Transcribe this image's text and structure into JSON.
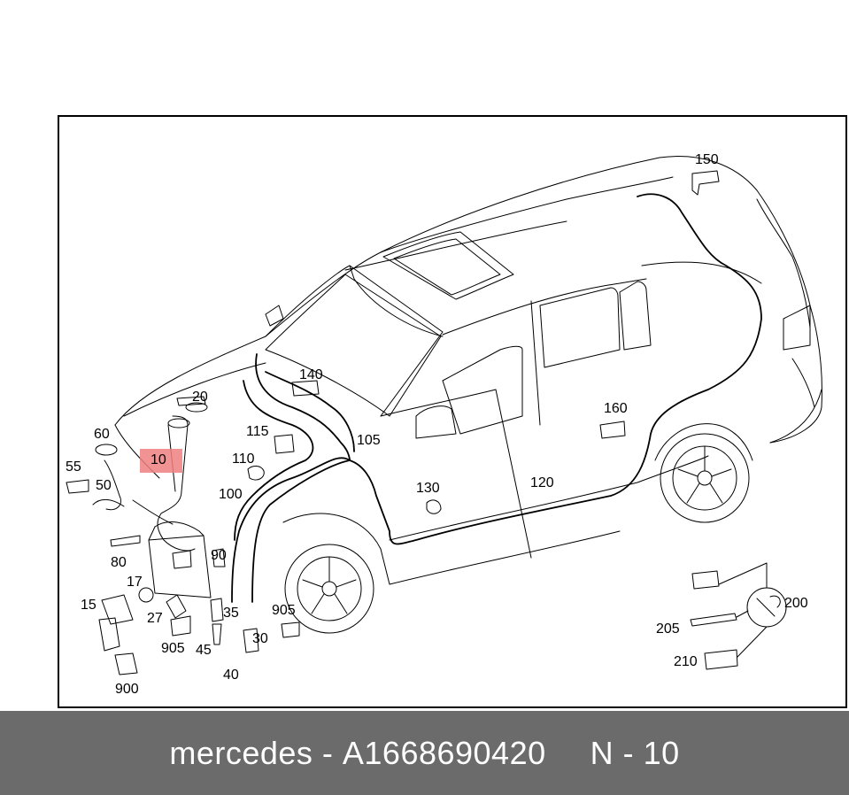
{
  "labels": [
    {
      "id": "150",
      "text": "150"
    },
    {
      "id": "140",
      "text": "140"
    },
    {
      "id": "20",
      "text": "20"
    },
    {
      "id": "60",
      "text": "60"
    },
    {
      "id": "115",
      "text": "115"
    },
    {
      "id": "105",
      "text": "105"
    },
    {
      "id": "160",
      "text": "160"
    },
    {
      "id": "10",
      "text": "10"
    },
    {
      "id": "110",
      "text": "110"
    },
    {
      "id": "55",
      "text": "55"
    },
    {
      "id": "50",
      "text": "50"
    },
    {
      "id": "130",
      "text": "130"
    },
    {
      "id": "120",
      "text": "120"
    },
    {
      "id": "100",
      "text": "100"
    },
    {
      "id": "80",
      "text": "80"
    },
    {
      "id": "90",
      "text": "90"
    },
    {
      "id": "17",
      "text": "17"
    },
    {
      "id": "15",
      "text": "15"
    },
    {
      "id": "27",
      "text": "27"
    },
    {
      "id": "35",
      "text": "35"
    },
    {
      "id": "905a",
      "text": "905"
    },
    {
      "id": "200",
      "text": "200"
    },
    {
      "id": "905b",
      "text": "905"
    },
    {
      "id": "45",
      "text": "45"
    },
    {
      "id": "30",
      "text": "30"
    },
    {
      "id": "205",
      "text": "205"
    },
    {
      "id": "210",
      "text": "210"
    },
    {
      "id": "40",
      "text": "40"
    },
    {
      "id": "900",
      "text": "900"
    }
  ],
  "footer": {
    "brand": "mercedes",
    "separator": " - ",
    "part_number": "A1668690420",
    "position": "N - 10"
  },
  "colors": {
    "highlight": "#f08080",
    "footer_bg": "#6b6b6b",
    "footer_text": "#ffffff",
    "line": "#000000"
  }
}
